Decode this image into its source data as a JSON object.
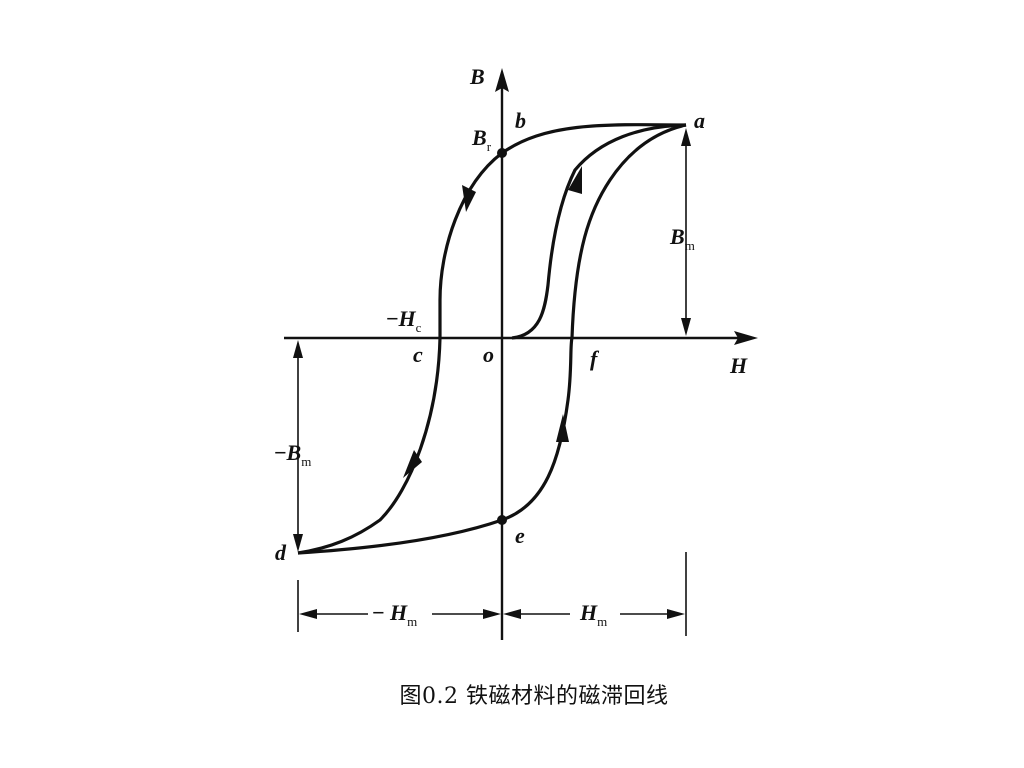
{
  "figure": {
    "caption": "图0.2  铁磁材料的磁滞回线",
    "axes": {
      "vertical_label": "B",
      "horizontal_label": "H",
      "origin_label": "o"
    },
    "points": {
      "a": "a",
      "b": "b",
      "c": "c",
      "d": "d",
      "e": "e",
      "f": "f"
    },
    "quantities": {
      "remanence": {
        "main": "B",
        "sub": "r"
      },
      "coercivity": {
        "sign": "−",
        "main": "H",
        "sub": "c"
      },
      "max_flux_pos": {
        "main": "B",
        "sub": "m"
      },
      "max_flux_neg": {
        "sign": "−",
        "main": "B",
        "sub": "m"
      },
      "max_field_pos": {
        "main": "H",
        "sub": "m"
      },
      "max_field_neg": {
        "sign": "− ",
        "main": "H",
        "sub": "m"
      }
    },
    "colors": {
      "ink": "#111111",
      "background": "#ffffff"
    }
  }
}
